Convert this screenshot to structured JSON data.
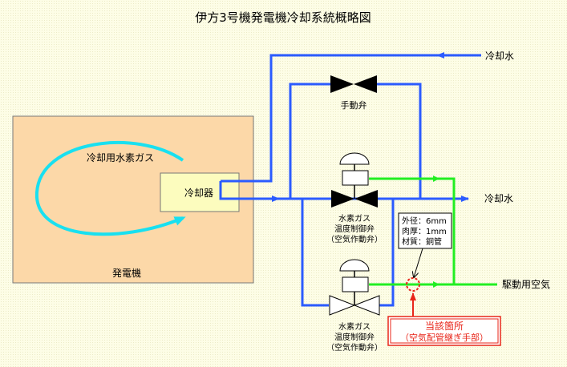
{
  "title": "伊方3号機発電機冷却系統概略図",
  "generator": {
    "label": "発電機",
    "gas_label": "冷却用水素ガス"
  },
  "cooler": {
    "label": "冷却器"
  },
  "flows": {
    "cooling_water_in": "冷却水",
    "cooling_water_out": "冷却水",
    "drive_air": "駆動用空気"
  },
  "manual_valve": {
    "label": "手動弁"
  },
  "control_valve_upper": {
    "line1": "水素ガス",
    "line2": "温度制御弁",
    "line3": "（空気作動弁）"
  },
  "control_valve_lower": {
    "line1": "水素ガス",
    "line2": "温度制御弁",
    "line3": "（空気作動弁）"
  },
  "pipe_spec": {
    "line1": "外径：6mm",
    "line2": "肉厚：1mm",
    "line3": "材質：銅管"
  },
  "location": {
    "line1": "当該箇所",
    "line2": "（空気配管継ぎ手部）"
  },
  "colors": {
    "water_pipe": "#2b5bff",
    "air_pipe": "#22ee22",
    "cyan_flow": "#19e0f0",
    "generator_fill": "#fcd8a8",
    "cooler_fill": "#fcfcbe",
    "highlight_red": "#e8261a"
  }
}
